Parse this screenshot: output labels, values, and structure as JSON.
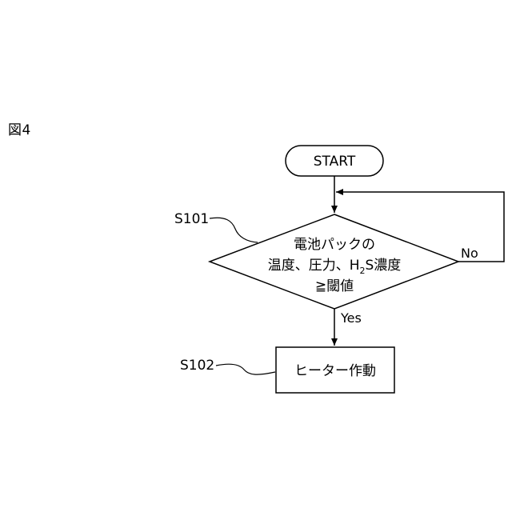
{
  "figure_label": "図4",
  "nodes": {
    "start": {
      "text": "START"
    },
    "decision": {
      "line1": "電池パックの",
      "line2_prefix": "温度、圧力、H",
      "line2_sub": "2",
      "line2_suffix": "S濃度",
      "line3": "≧閾値"
    },
    "process": {
      "text": "ヒーター作動"
    }
  },
  "steps": {
    "s101": "S101",
    "s102": "S102"
  },
  "edges": {
    "yes": "Yes",
    "no": "No"
  }
}
